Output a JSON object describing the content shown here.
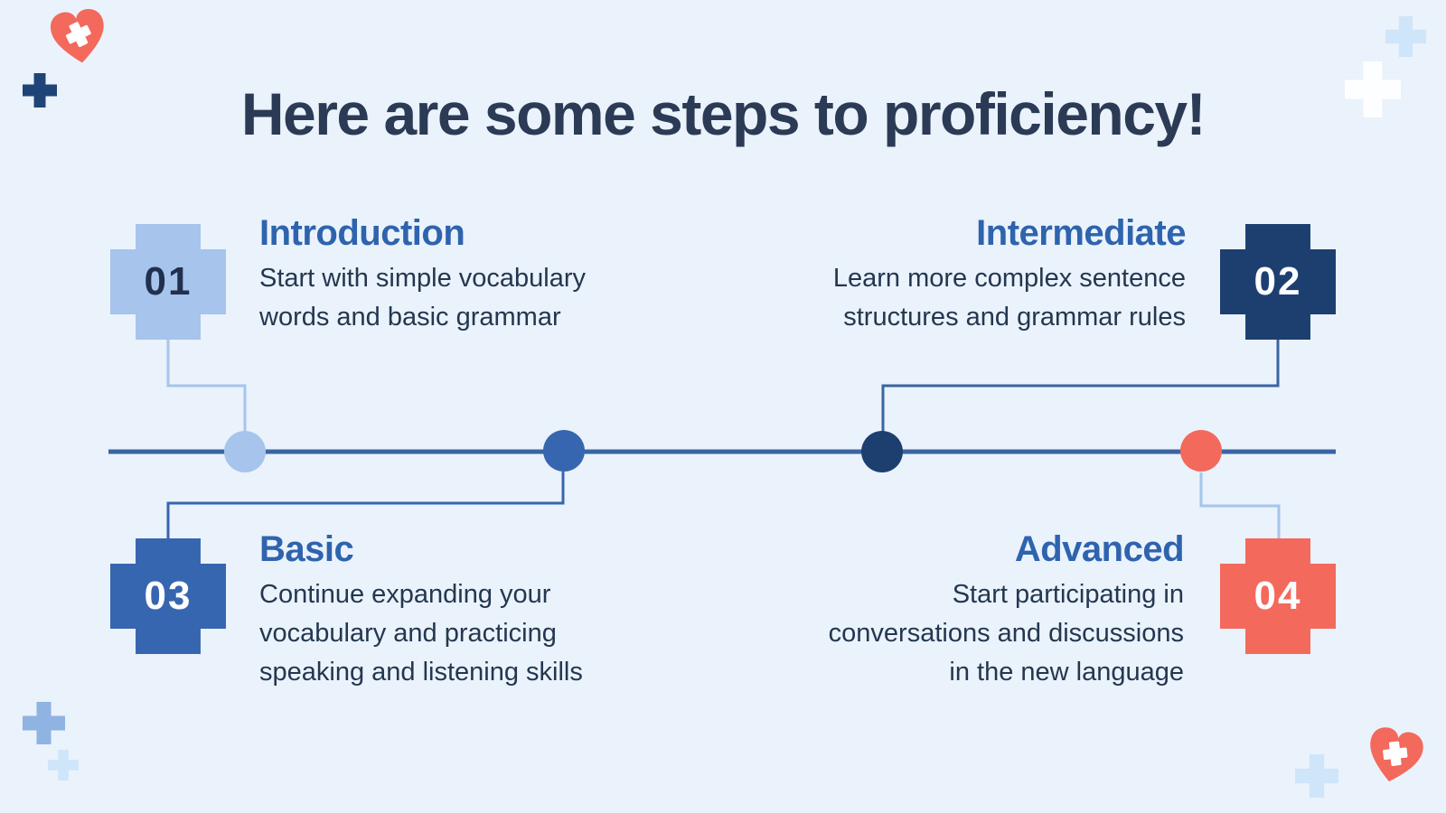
{
  "title": "Here are some steps to proficiency!",
  "palette": {
    "bg": "#eaf2fb",
    "title": "#2b3a55",
    "heading": "#2e63ae",
    "body": "#243750",
    "lightblue": "#a6c4ec",
    "medblue": "#3766b0",
    "navy": "#1d3f70",
    "coral": "#f3695c",
    "line": "#3b64a2"
  },
  "steps": [
    {
      "number": "01",
      "heading": "Introduction",
      "desc_lines": [
        "Start with simple vocabulary",
        "words and basic grammar"
      ]
    },
    {
      "number": "02",
      "heading": "Intermediate",
      "desc_lines": [
        "Learn more complex sentence",
        "structures and grammar rules"
      ]
    },
    {
      "number": "03",
      "heading": "Basic",
      "desc_lines": [
        "Continue expanding your",
        "vocabulary and practicing",
        "speaking and listening skills"
      ]
    },
    {
      "number": "04",
      "heading": "Advanced",
      "desc_lines": [
        "Start participating in",
        "conversations and discussions",
        "in the new language"
      ]
    }
  ],
  "decorations": {
    "top_left": [
      "heart-cross-icon",
      "plus-icon"
    ],
    "top_right": [
      "plus-icon",
      "plus-icon"
    ],
    "bottom_left": [
      "plus-icon",
      "plus-icon"
    ],
    "bottom_right": [
      "plus-icon",
      "heart-cross-icon"
    ]
  }
}
